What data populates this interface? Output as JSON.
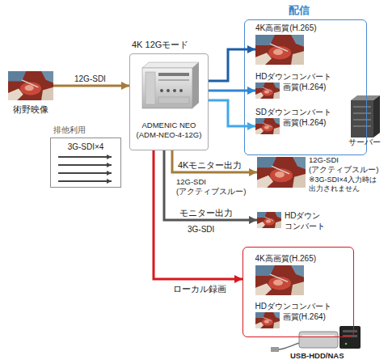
{
  "diagram": {
    "nodes": [
      {
        "text": [
          "術野映像"
        ]
      },
      {
        "text": [
          "3G-SDI×4"
        ]
      },
      {
        "text": [
          "4K 12Gモード",
          "ADMENIC NEO (ADM-NEO-4-12G)"
        ]
      },
      {
        "text": [
          "配信"
        ]
      },
      {
        "text": [
          "4K高画質(H.265)"
        ],
        "in": 3
      },
      {
        "text": [
          "HDダウンコンバート 画質(H.264)"
        ],
        "in": 3
      },
      {
        "text": [
          "SDダウンコンバート 画質(H.264)"
        ],
        "in": 3
      },
      {
        "text": [
          "サーバー"
        ],
        "in": 3
      },
      {
        "text": [
          "12G-SDI (アクティブスルー)",
          "※3G-SDI×4入力時は 出力されません"
        ]
      },
      {
        "text": [
          "HDダウン コンバート"
        ]
      },
      {
        "text": [
          "USB-HDD/NAS"
        ]
      },
      {
        "text": [
          "4K高画質(H.265)"
        ],
        "in": 10
      },
      {
        "text": [
          "HDダウンコンバート 画質(H.264)"
        ],
        "in": 10
      }
    ],
    "edges": [
      {
        "from": 0,
        "to": 2,
        "arrow": "to",
        "label": "12G-SDI"
      },
      {
        "from": 2,
        "to": 4,
        "arrow": "to"
      },
      {
        "from": 2,
        "to": 5,
        "arrow": "to"
      },
      {
        "from": 2,
        "to": 6,
        "arrow": "to"
      },
      {
        "from": 2,
        "to": 8,
        "arrow": "to",
        "label": "4Kモニター出力"
      },
      {
        "from": 2,
        "to": 9,
        "arrow": "to",
        "label": "モニター出力"
      },
      {
        "from": 2,
        "to": 10,
        "arrow": "to",
        "label": "ローカル録画"
      }
    ],
    "labels": [
      "排他利用",
      "12G-SDI (アクティブスルー)",
      "3G-SDI"
    ]
  }
}
